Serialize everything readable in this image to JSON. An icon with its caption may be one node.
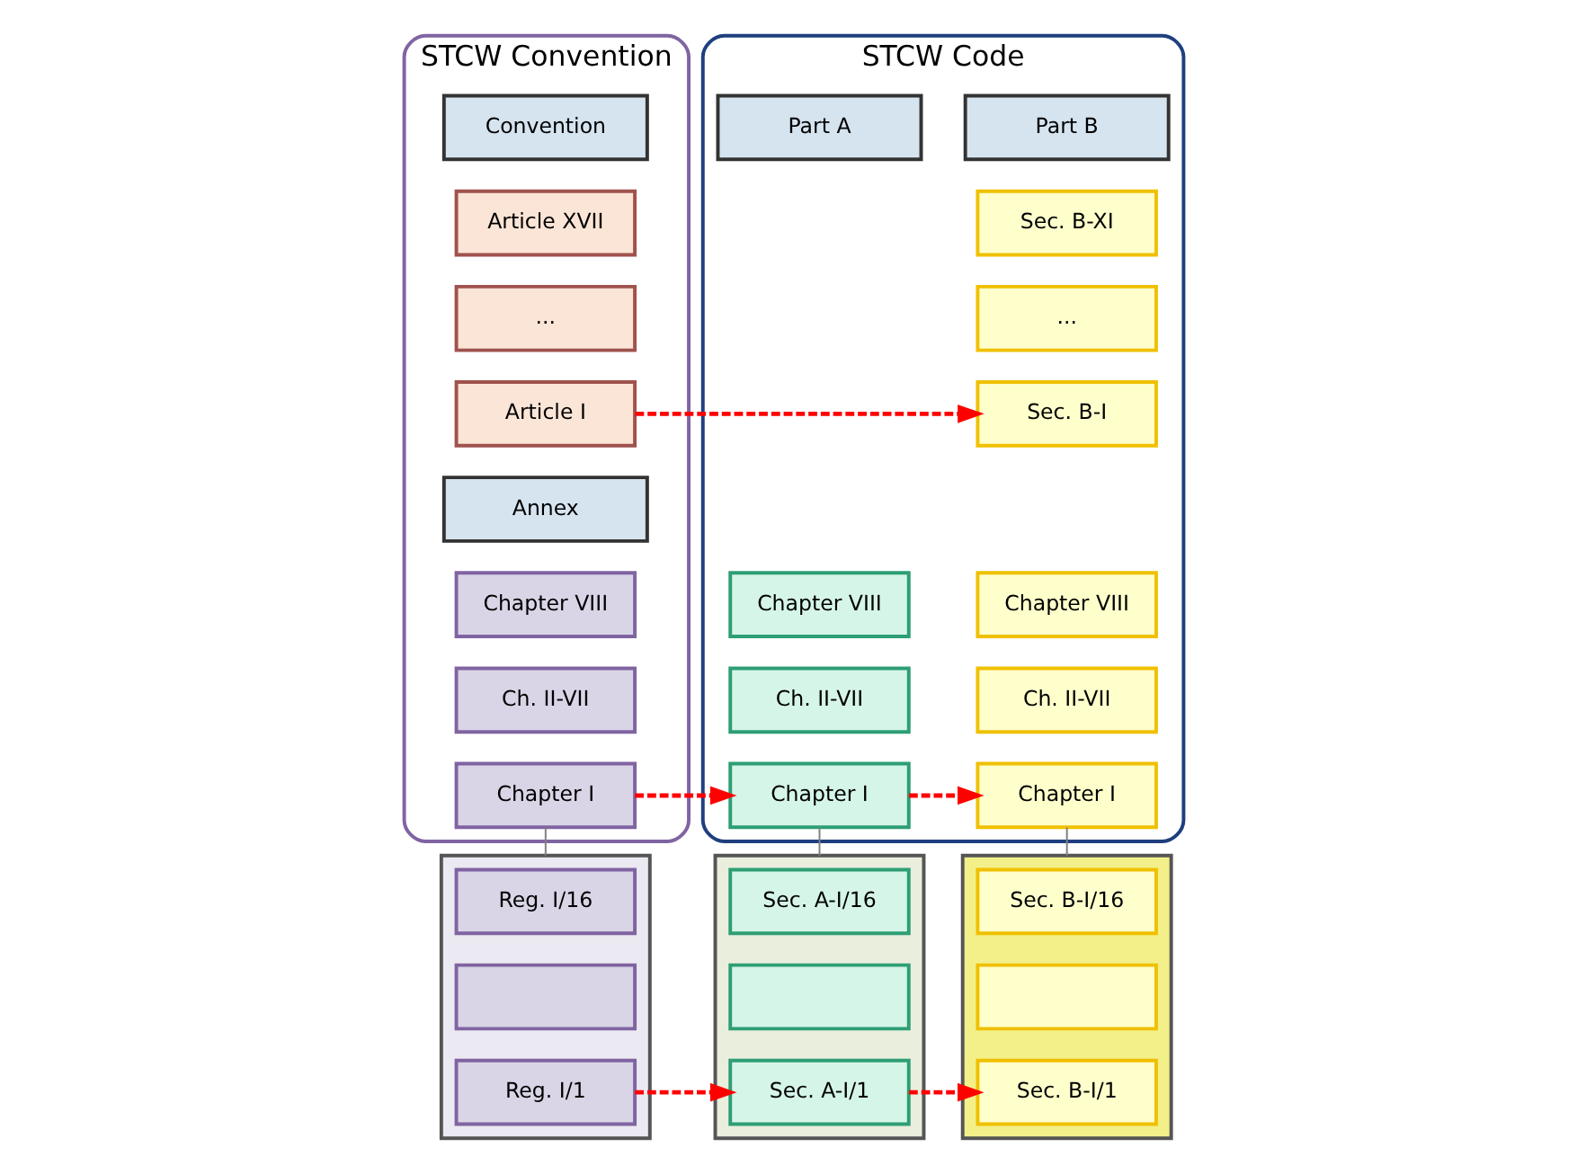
{
  "diagram": {
    "nodes": [
      {
        "text": [
          "STCW Convention"
        ]
      },
      {
        "text": [
          "Convention"
        ],
        "in": 0
      },
      {
        "text": [
          "Article XVII"
        ],
        "in": 0
      },
      {
        "text": [
          "..."
        ],
        "in": 0
      },
      {
        "text": [
          "Article I"
        ],
        "in": 0
      },
      {
        "text": [
          "Annex"
        ],
        "in": 0
      },
      {
        "text": [
          "Chapter VIII"
        ],
        "in": 0
      },
      {
        "text": [
          "Ch. II-VII"
        ],
        "in": 0
      },
      {
        "text": [
          "Chapter I"
        ],
        "in": 0
      },
      {
        "text": [
          "STCW Code"
        ]
      },
      {
        "text": [
          "Part A"
        ],
        "in": 9
      },
      {
        "text": [
          "Part B"
        ],
        "in": 9
      },
      {
        "text": [
          "Sec. B-XI"
        ],
        "in": 9
      },
      {
        "text": [
          "..."
        ],
        "in": 9
      },
      {
        "text": [
          "Sec. B-I"
        ],
        "in": 9
      },
      {
        "text": [
          "Chapter VIII"
        ],
        "in": 9
      },
      {
        "text": [
          "Ch. II-VII"
        ],
        "in": 9
      },
      {
        "text": [
          "Chapter I"
        ],
        "in": 9
      },
      {
        "text": [
          "Chapter VIII"
        ],
        "in": 9
      },
      {
        "text": [
          "Ch. II-VII"
        ],
        "in": 9
      },
      {
        "text": [
          "Chapter I"
        ],
        "in": 9
      },
      {
        "text": [],
        "shape": "box"
      },
      {
        "text": [
          "Reg. I/16"
        ],
        "in": 21
      },
      {
        "text": [],
        "shape": "box",
        "in": 21
      },
      {
        "text": [
          "Reg. I/1"
        ],
        "in": 21
      },
      {
        "text": [],
        "shape": "box"
      },
      {
        "text": [
          "Sec. A-I/16"
        ],
        "in": 25
      },
      {
        "text": [],
        "shape": "box",
        "in": 25
      },
      {
        "text": [
          "Sec. A-I/1"
        ],
        "in": 25
      },
      {
        "text": [],
        "shape": "box"
      },
      {
        "text": [
          "Sec. B-I/16"
        ],
        "in": 29
      },
      {
        "text": [],
        "shape": "box",
        "in": 29
      },
      {
        "text": [
          "Sec. B-I/1"
        ],
        "in": 29
      }
    ],
    "edges": [
      {
        "from": 4,
        "to": 14,
        "arrow": "to",
        "style": "dashed"
      },
      {
        "from": 8,
        "to": 17,
        "arrow": "to",
        "style": "dashed"
      },
      {
        "from": 17,
        "to": 20,
        "arrow": "to",
        "style": "dashed"
      },
      {
        "from": 8,
        "to": 21,
        "arrow": "none",
        "color": "#808080"
      },
      {
        "from": 17,
        "to": 25,
        "arrow": "none",
        "color": "#808080"
      },
      {
        "from": 20,
        "to": 29,
        "arrow": "none",
        "color": "#808080"
      },
      {
        "from": 24,
        "to": 28,
        "arrow": "to",
        "style": "dashed"
      },
      {
        "from": 28,
        "to": 32,
        "arrow": "to",
        "style": "dashed"
      }
    ]
  }
}
